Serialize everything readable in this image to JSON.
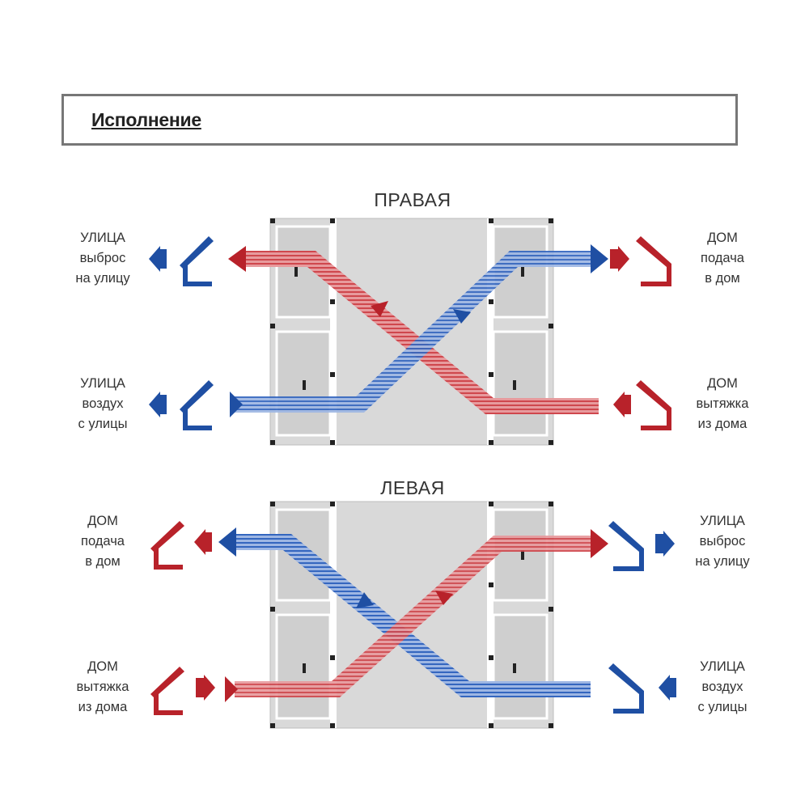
{
  "header": {
    "title": "Исполнение"
  },
  "sections": [
    {
      "title": "ПРАВАЯ",
      "labels": {
        "top_left": [
          "УЛИЦА",
          "выброс",
          "на улицу"
        ],
        "bottom_left": [
          "УЛИЦА",
          "воздух",
          "с улицы"
        ],
        "top_right": [
          "ДОМ",
          "подача",
          "в дом"
        ],
        "bottom_right": [
          "ДОМ",
          "вытяжка",
          "из дома"
        ]
      }
    },
    {
      "title": "ЛЕВАЯ",
      "labels": {
        "top_left": [
          "ДОМ",
          "подача",
          "в дом"
        ],
        "bottom_left": [
          "ДОМ",
          "вытяжка",
          "из дома"
        ],
        "top_right": [
          "УЛИЦА",
          "выброс",
          "на улицу"
        ],
        "bottom_right": [
          "УЛИЦА",
          "воздух",
          "с улицы"
        ]
      }
    }
  ],
  "colors": {
    "supply_blue": "#1f4fa3",
    "exhaust_red": "#b8222a",
    "housing_gray": "#d9d9d9",
    "frame_border": "#777777"
  },
  "icons": [
    "house-icon",
    "arrow-icon",
    "heat-exchanger-unit"
  ]
}
